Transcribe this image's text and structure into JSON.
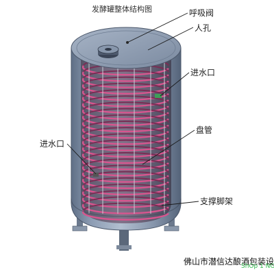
{
  "diagram": {
    "title": "发酵罐整体结构图",
    "labels": {
      "breather_valve": "呼吸阀",
      "manhole": "人孔",
      "water_inlet_right": "进水口",
      "coil_pipe": "盘管",
      "water_inlet_left": "进水口",
      "support_legs": "支撑脚架"
    },
    "footer": "佛山市潜信达酿酒包装设备",
    "watermark": "ShOp 1 NG"
  },
  "colors": {
    "tank_body": "#8e9eb4",
    "tank_shadow": "#5d6b80",
    "coil": "#d7558e",
    "coil_inner": "#7a2d55",
    "leader_lines": "#1a1a1a",
    "watermark": "#2db84a"
  }
}
